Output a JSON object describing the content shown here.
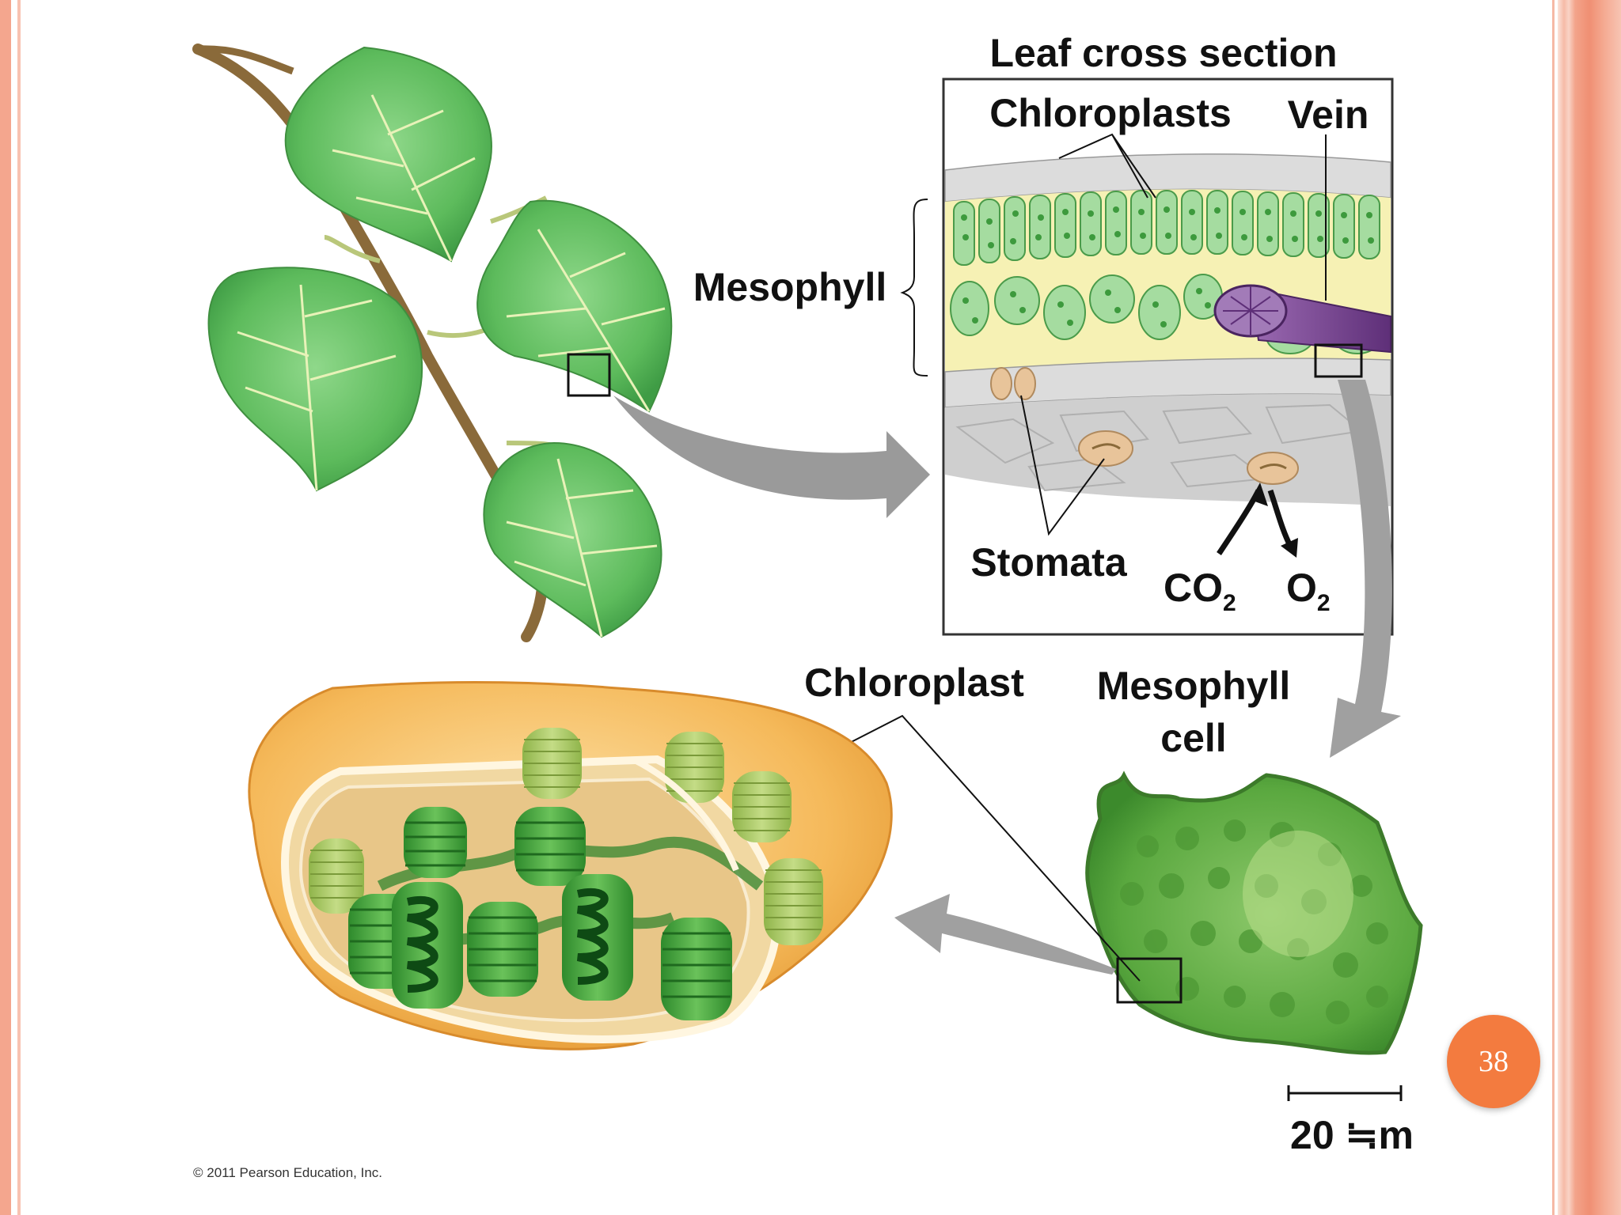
{
  "labels": {
    "leaf_cross_section": "Leaf cross section",
    "chloroplasts": "Chloroplasts",
    "vein": "Vein",
    "mesophyll": "Mesophyll",
    "stomata": "Stomata",
    "co2_base": "CO",
    "co2_sub": "2",
    "o2_base": "O",
    "o2_sub": "2",
    "chloroplast": "Chloroplast",
    "mesophyll_cell_line1": "Mesophyll",
    "mesophyll_cell_line2": "cell",
    "scale_bar": "20 ≒m"
  },
  "page_number": "38",
  "copyright": "© 2011 Pearson Education, Inc.",
  "colors": {
    "leaf_green": "#6cc46a",
    "vein_purple": "#7b4a91",
    "chloroplast_orange": "#f5b95a",
    "arrow_gray": "#9a9a9a",
    "badge_orange": "#f37b3f"
  }
}
